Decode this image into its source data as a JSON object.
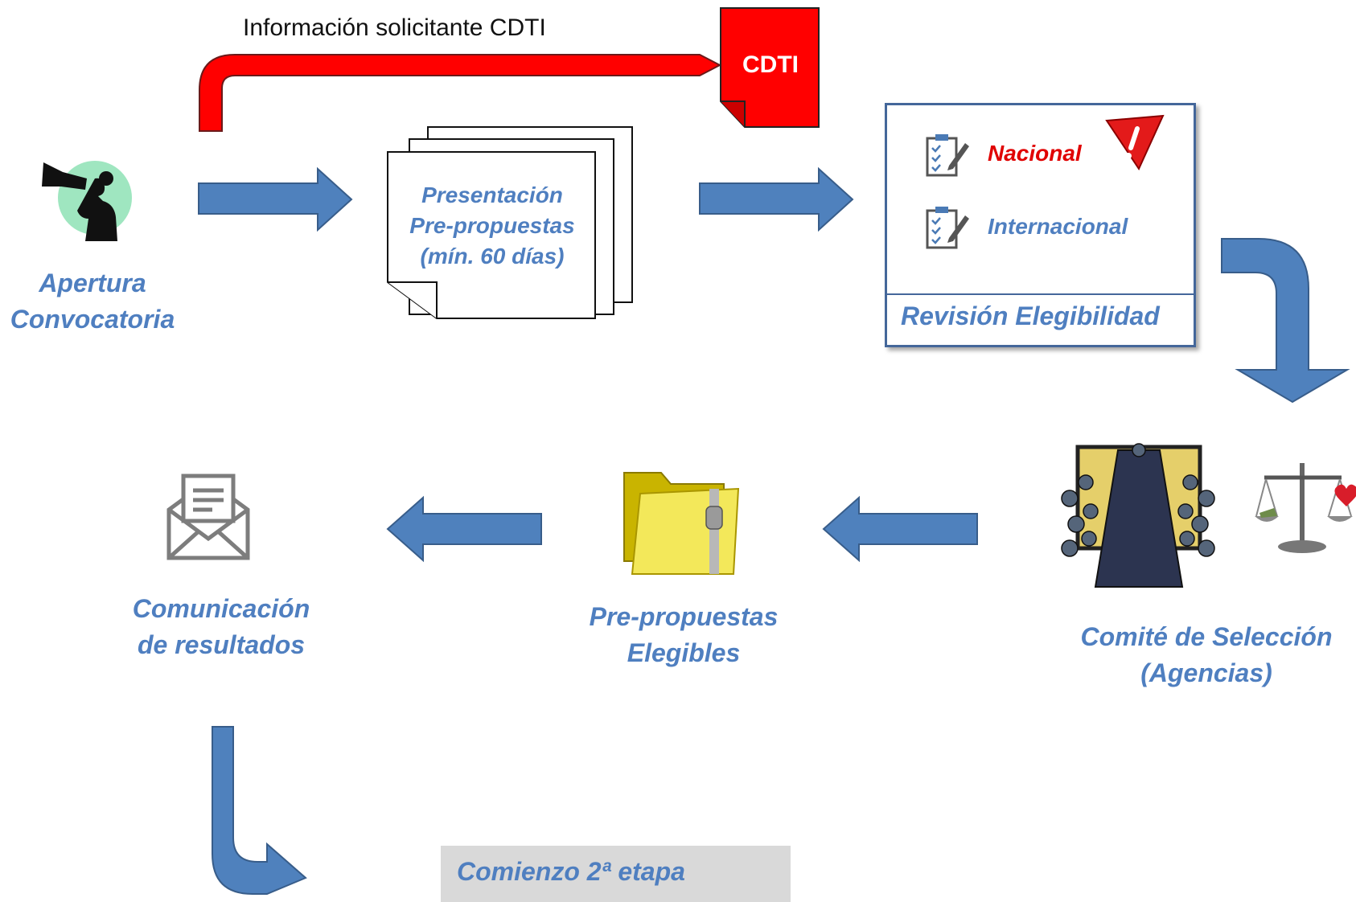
{
  "info_label": "Información solicitante CDTI",
  "cdti_label": "CDTI",
  "apertura": {
    "line1": "Apertura",
    "line2": "Convocatoria"
  },
  "presentacion": {
    "line1": "Presentación",
    "line2": "Pre-propuestas",
    "line3": "(mín. 60 días)"
  },
  "revision": {
    "nacional": "Nacional",
    "internacional": "Internacional",
    "title": "Revisión Elegibilidad"
  },
  "comite": {
    "line1": "Comité de Selección",
    "line2": "(Agencias)"
  },
  "elegibles": {
    "line1": "Pre-propuestas",
    "line2": "Elegibles"
  },
  "comunicacion": {
    "line1": "Comunicación",
    "line2": "de resultados"
  },
  "comienzo": "Comienzo 2ª etapa",
  "colors": {
    "arrow_blue": "#4f81bd",
    "arrow_outline": "#385d8a",
    "cdti_red": "#ff0000",
    "label_blue": "#4f7fc0",
    "nacional_red": "#e00000"
  },
  "icons": [
    "megaphone-person-icon",
    "clipboard-check-icon",
    "warning-icon",
    "meeting-room-icon",
    "scales-icon",
    "zip-folder-icon",
    "open-envelope-icon"
  ]
}
